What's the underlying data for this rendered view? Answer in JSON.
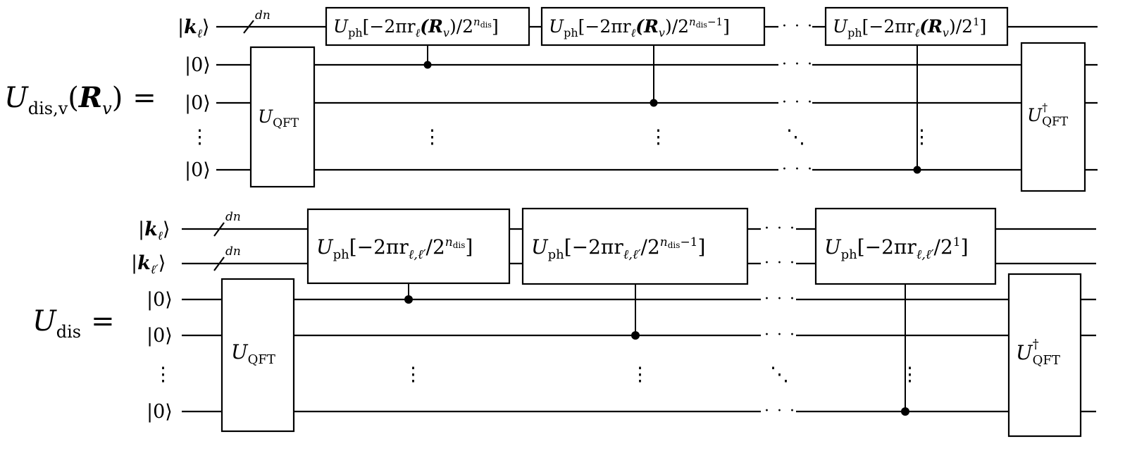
{
  "top_circuit": {
    "lhs": "U_dis,v(R_v) =",
    "lhs_parts": {
      "base": "U",
      "sub": "dis,v",
      "arg": "(",
      "argR": "R",
      "argRsub": "v",
      "close": ")",
      "eq": "="
    },
    "qubits": [
      "|k_ℓ⟩",
      "|0⟩",
      "|0⟩",
      "⋮",
      "|0⟩"
    ],
    "ket_k": {
      "pre": "|",
      "k": "k",
      "sub": "ℓ",
      "post": "⟩"
    },
    "ket_zero": "|0⟩",
    "register_label": "dn",
    "qft_gate": {
      "base": "U",
      "sub": "QFT"
    },
    "qft_dagger_gate": {
      "base": "U",
      "sup": "†",
      "sub": "QFT"
    },
    "phase_gates": [
      {
        "base": "U",
        "sub": "ph",
        "body": "[−2πr",
        "rsub": "ℓ",
        "arg": "(R",
        "argsub": "v",
        "tail": ")/2",
        "exp": "n",
        "expsub": "dis",
        "exptail": "",
        "close": "]"
      },
      {
        "base": "U",
        "sub": "ph",
        "body": "[−2πr",
        "rsub": "ℓ",
        "arg": "(R",
        "argsub": "v",
        "tail": ")/2",
        "exp": "n",
        "expsub": "dis",
        "exptail": "−1",
        "close": "]"
      },
      {
        "base": "U",
        "sub": "ph",
        "body": "[−2πr",
        "rsub": "ℓ",
        "arg": "(R",
        "argsub": "v",
        "tail": ")/2",
        "exp": "1",
        "expsub": "",
        "exptail": "",
        "close": "]"
      }
    ],
    "hdots": "· · ·",
    "vdots": "⋮",
    "ddots": "⋱"
  },
  "bottom_circuit": {
    "lhs_parts": {
      "base": "U",
      "sub": "dis",
      "eq": "="
    },
    "qubits": [
      "|k_ℓ⟩",
      "|k_ℓ′⟩",
      "|0⟩",
      "|0⟩",
      "⋮",
      "|0⟩"
    ],
    "ket_k1": {
      "pre": "|",
      "k": "k",
      "sub": "ℓ",
      "post": "⟩"
    },
    "ket_k2": {
      "pre": "|",
      "k": "k",
      "sub": "ℓ′",
      "post": "⟩"
    },
    "ket_zero": "|0⟩",
    "register_label": "dn",
    "qft_gate": {
      "base": "U",
      "sub": "QFT"
    },
    "qft_dagger_gate": {
      "base": "U",
      "sup": "†",
      "sub": "QFT"
    },
    "phase_gates": [
      {
        "base": "U",
        "sub": "ph",
        "body": "[−2πr",
        "rsub": "ℓ,ℓ′",
        "tail": "/2",
        "exp": "n",
        "expsub": "dis",
        "exptail": "",
        "close": "]"
      },
      {
        "base": "U",
        "sub": "ph",
        "body": "[−2πr",
        "rsub": "ℓ,ℓ′",
        "tail": "/2",
        "exp": "n",
        "expsub": "dis",
        "exptail": "−1",
        "close": "]"
      },
      {
        "base": "U",
        "sub": "ph",
        "body": "[−2πr",
        "rsub": "ℓ,ℓ′",
        "tail": "/2",
        "exp": "1",
        "expsub": "",
        "exptail": "",
        "close": "]"
      }
    ],
    "hdots": "· · ·",
    "vdots": "⋮",
    "ddots": "⋱"
  }
}
